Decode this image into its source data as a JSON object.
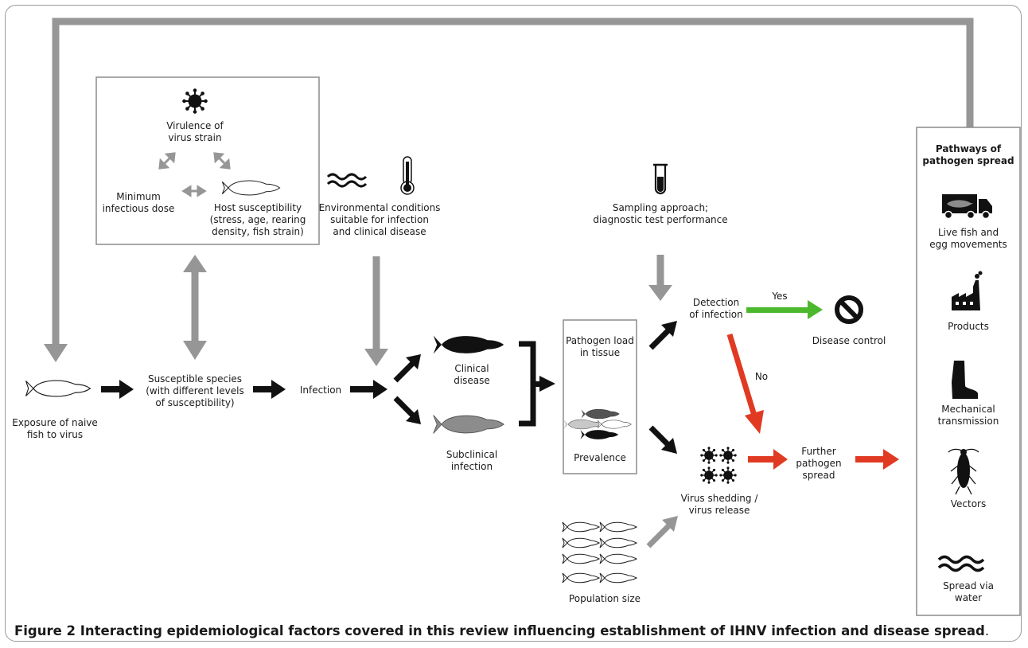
{
  "colors": {
    "grey_arrow": "#969696",
    "black_arrow": "#111111",
    "green_arrow": "#4cb82d",
    "red_arrow": "#e03a22",
    "box_border": "#8c8c8c"
  },
  "factors": {
    "virulence": "Virulence of\nvirus strain",
    "min_dose": "Minimum\ninfectious dose",
    "host_susceptibility": "Host susceptibility\n(stress, age, rearing\ndensity, fish strain)",
    "environment": "Environmental conditions\nsuitable for infection\nand clinical disease",
    "sampling": "Sampling approach;\ndiagnostic test performance"
  },
  "flow": {
    "exposure": "Exposure of naive\nfish to virus",
    "susceptible": "Susceptible species\n(with different levels\nof susceptibility)",
    "infection": "Infection",
    "clinical": "Clinical\ndisease",
    "subclinical": "Subclinical\ninfection",
    "pathogen_load": "Pathogen load\nin tissue",
    "prevalence": "Prevalence",
    "detection": "Detection\nof infection",
    "yes": "Yes",
    "no": "No",
    "disease_control": "Disease control",
    "shedding": "Virus shedding /\nvirus release",
    "population": "Population size",
    "further_spread": "Further\npathogen\nspread"
  },
  "pathways": {
    "title": "Pathways of\npathogen spread",
    "items": [
      {
        "label": "Live fish and\negg movements",
        "icon": "truck-icon"
      },
      {
        "label": "Products",
        "icon": "factory-icon"
      },
      {
        "label": "Mechanical\ntransmission",
        "icon": "boot-icon"
      },
      {
        "label": "Vectors",
        "icon": "insect-icon"
      },
      {
        "label": "Spread via\nwater",
        "icon": "water-waves-icon"
      }
    ]
  },
  "caption": {
    "text": "Figure 2  Interacting epidemiological factors covered in this review influencing establishment of IHNV infection and disease spread",
    "end": "."
  }
}
